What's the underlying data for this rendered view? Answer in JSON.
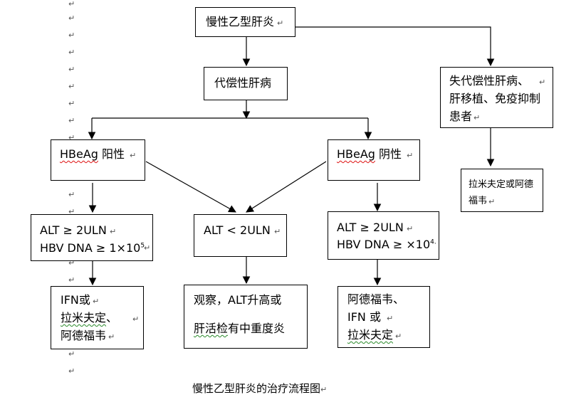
{
  "paragraph_mark": "↵",
  "nodes": {
    "chb": "慢性乙型肝炎",
    "compensated": "代偿性肝病",
    "decompensated": {
      "line1": "失代偿性肝病、",
      "line2": "肝移植、免疫抑制",
      "line3": "患者"
    },
    "eag_pos": {
      "term": "HBeAg",
      "rest": " 阳性"
    },
    "eag_neg": {
      "term": "HBeAg",
      "rest": " 阴性"
    },
    "alt_high_pos": {
      "line1": "ALT ≥ 2ULN",
      "line2": "HBV DNA ≥ 1×10",
      "exp": "5"
    },
    "alt_low": "ALT < 2ULN",
    "alt_high_neg": {
      "line1": "ALT ≥ 2ULN",
      "line2": "HBV DNA ≥ ×10",
      "exp": "4."
    },
    "treat_pos": {
      "line1": "IFN或",
      "line2a": "拉米夫定",
      "line2b": "、",
      "line3": "阿德福韦"
    },
    "observe": {
      "line1": "观察，ALT升高或",
      "line2a": "肝活检",
      "line2b": "有中重度炎"
    },
    "treat_neg": {
      "line1": "阿德福韦、",
      "line2": "IFN 或",
      "line3": "拉米夫定"
    },
    "treat_decomp": {
      "line1": "拉米夫定或阿德",
      "line2": "福韦"
    }
  },
  "caption": "慢性乙型肝炎的治疗流程图"
}
